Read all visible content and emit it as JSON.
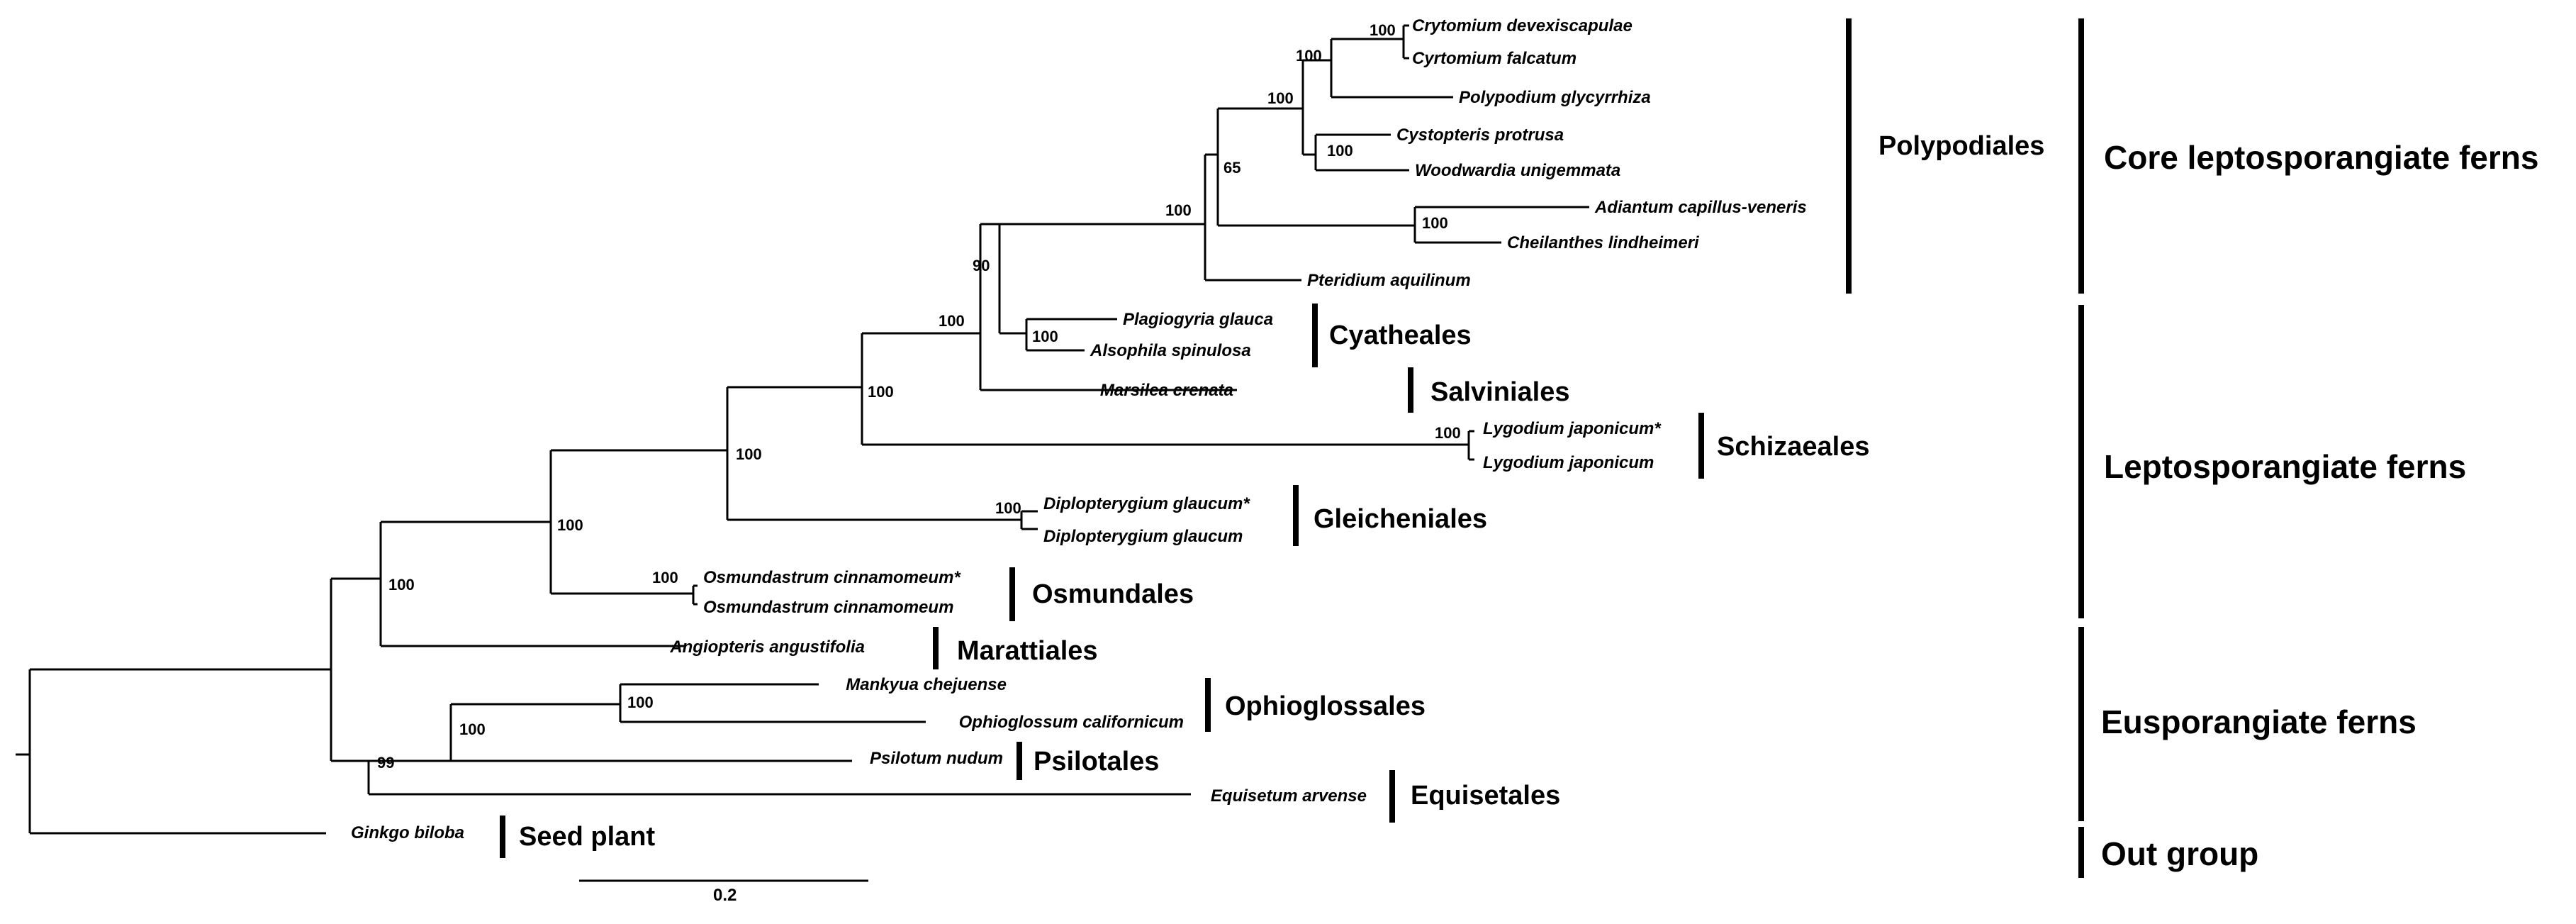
{
  "taxa": {
    "t1": "Crytomium devexiscapulae",
    "t2": "Cyrtomium falcatum",
    "t3": "Polypodium glycyrrhiza",
    "t4": "Cystopteris protrusa",
    "t5": "Woodwardia unigemmata",
    "t6": "Adiantum capillus-veneris",
    "t7": "Cheilanthes lindheimeri",
    "t8": "Pteridium aquilinum",
    "t9": "Plagiogyria glauca",
    "t10": "Alsophila spinulosa",
    "t11": "Marsilea crenata",
    "t12": "Lygodium japonicum*",
    "t13": "Lygodium japonicum",
    "t14": "Diplopterygium glaucum*",
    "t15": "Diplopterygium glaucum",
    "t16": "Osmundastrum cinnamomeum*",
    "t17": "Osmundastrum cinnamomeum",
    "t18": "Angiopteris angustifolia",
    "t19": "Mankyua chejuense",
    "t20": "Ophioglossum californicum",
    "t21": "Psilotum nudum",
    "t22": "Equisetum arvense",
    "t23": "Ginkgo biloba"
  },
  "bootstrap": {
    "b1": "100",
    "b2": "100",
    "b3": "100",
    "b4": "100",
    "b5": "65",
    "b6": "100",
    "b7": "100",
    "b8": "90",
    "b9": "100",
    "b10": "100",
    "b11": "100",
    "b12": "100",
    "b13": "100",
    "b14": "100",
    "b15": "100",
    "b16": "100",
    "b17": "100",
    "b18": "100",
    "b19": "99"
  },
  "orders": {
    "polypodiales": "Polypodiales",
    "cyatheales": "Cyatheales",
    "salviniales": "Salviniales",
    "schizaeales": "Schizaeales",
    "gleicheniales": "Gleicheniales",
    "osmundales": "Osmundales",
    "marattiales": "Marattiales",
    "ophioglossales": "Ophioglossales",
    "psilotales": "Psilotales",
    "equisetales": "Equisetales",
    "seed_plant": "Seed plant"
  },
  "groups": {
    "core": "Core leptosporangiate ferns",
    "lepto": "Leptosporangiate ferns",
    "euspor": "Eusporangiate ferns",
    "outgroup": "Out group"
  },
  "scale": {
    "label": "0.2"
  }
}
